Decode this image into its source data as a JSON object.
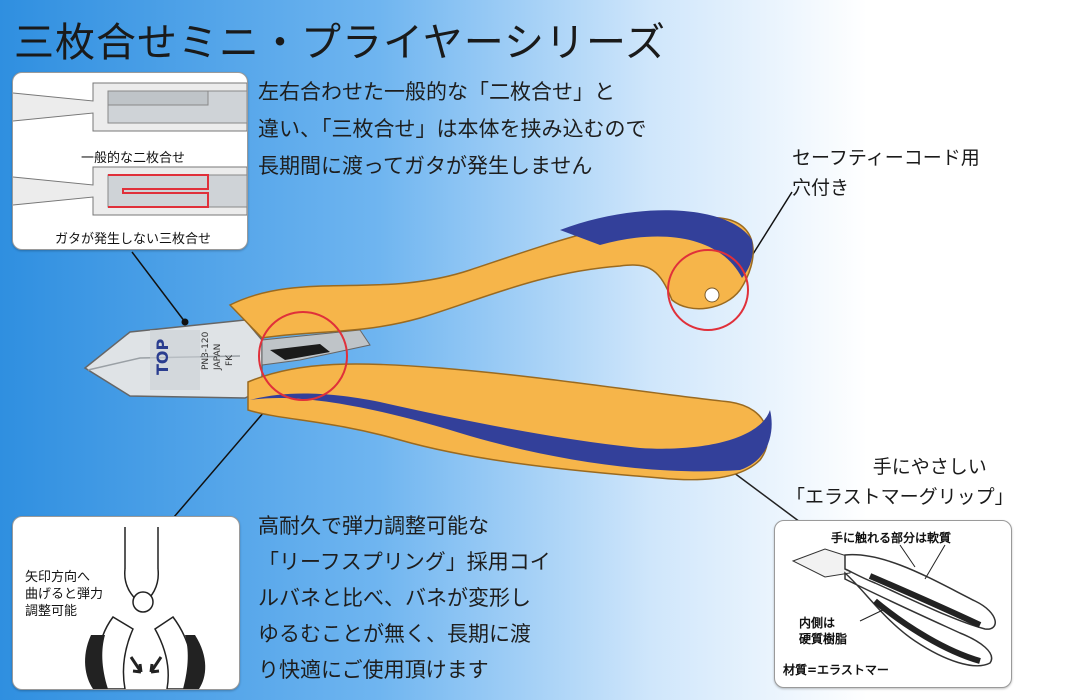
{
  "title": "三枚合せミニ・プライヤーシリーズ",
  "top_paragraph": [
    "左右合わせた一般的な「二枚合せ」と",
    "違い、「三枚合せ」は本体を挟み込むので",
    "長期間に渡ってガタが発生しません"
  ],
  "inset_top": {
    "caption1": "一般的な二枚合せ",
    "caption2": "ガタが発生しない三枚合せ"
  },
  "safety_cord": [
    "セーフティーコード用",
    "穴付き"
  ],
  "grip_label": [
    "手にやさしい",
    "「エラストマーグリップ」"
  ],
  "tool_marking": {
    "brand": "TOP",
    "model": "PN3-120",
    "origin": "JAPAN",
    "code": "FK"
  },
  "bottom_paragraph": [
    "高耐久で弾力調整可能な",
    "「リーフスプリング」採用コイ",
    "ルバネと比べ、バネが変形し",
    "ゆるむことが無く、長期に渡",
    "り快適にご使用頂けます"
  ],
  "inset_spring": {
    "note": [
      "矢印方向へ",
      "曲げると弾力",
      "調整可能"
    ]
  },
  "inset_grip": {
    "top_note": "手に触れる部分は軟質",
    "inner_note": [
      "内側は",
      "硬質樹脂"
    ],
    "material": "材質=エラストマー"
  },
  "colors": {
    "grip_orange": "#f6b54a",
    "grip_blue": "#33409a",
    "highlight_red": "#e0303a"
  }
}
